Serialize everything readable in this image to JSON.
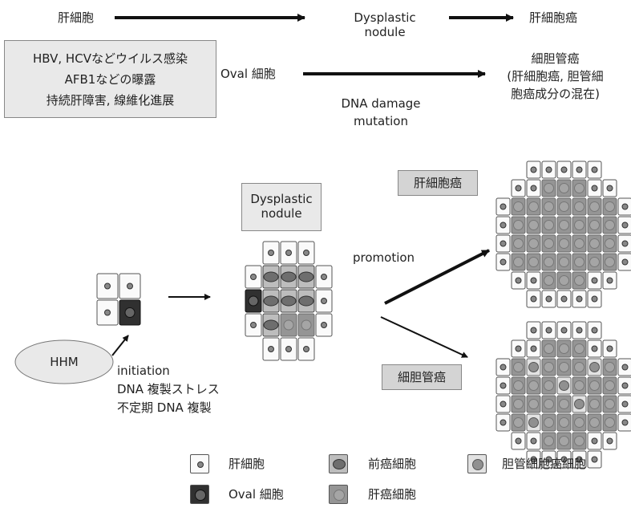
{
  "top": {
    "hepatocyte": "肝細胞",
    "dysplastic_line1": "Dysplastic",
    "dysplastic_line2": "nodule",
    "hcc": "肝細胞癌",
    "risk_line1": "HBV, HCVなどウイルス感染",
    "risk_line2": "AFB1などの曝露",
    "risk_line3": "持続肝障害, 線維化進展",
    "oval": "Oval 細胞",
    "cholangio_line1": "細胆管癌",
    "cholangio_line2": "(肝細胞癌, 胆管細",
    "cholangio_line3": "胞癌成分の混在)",
    "dna_line1": "DNA damage",
    "dna_line2": "mutation"
  },
  "bottom": {
    "dysplastic_line1": "Dysplastic",
    "dysplastic_line2": "nodule",
    "promotion": "promotion",
    "hcc_label": "肝細胞癌",
    "cholangio_label": "細胆管癌",
    "hhm": "HHM",
    "initiation": "initiation",
    "dna_stress": "DNA 複製ストレス",
    "dna_irregular": "不定期 DNA 複製"
  },
  "legend": {
    "hepatocyte": "肝細胞",
    "precancer": "前癌細胞",
    "cholangiocarcinoma_cell": "胆管細胞癌細胞",
    "oval": "Oval 細胞",
    "hcc_cell": "肝癌細胞"
  }
}
